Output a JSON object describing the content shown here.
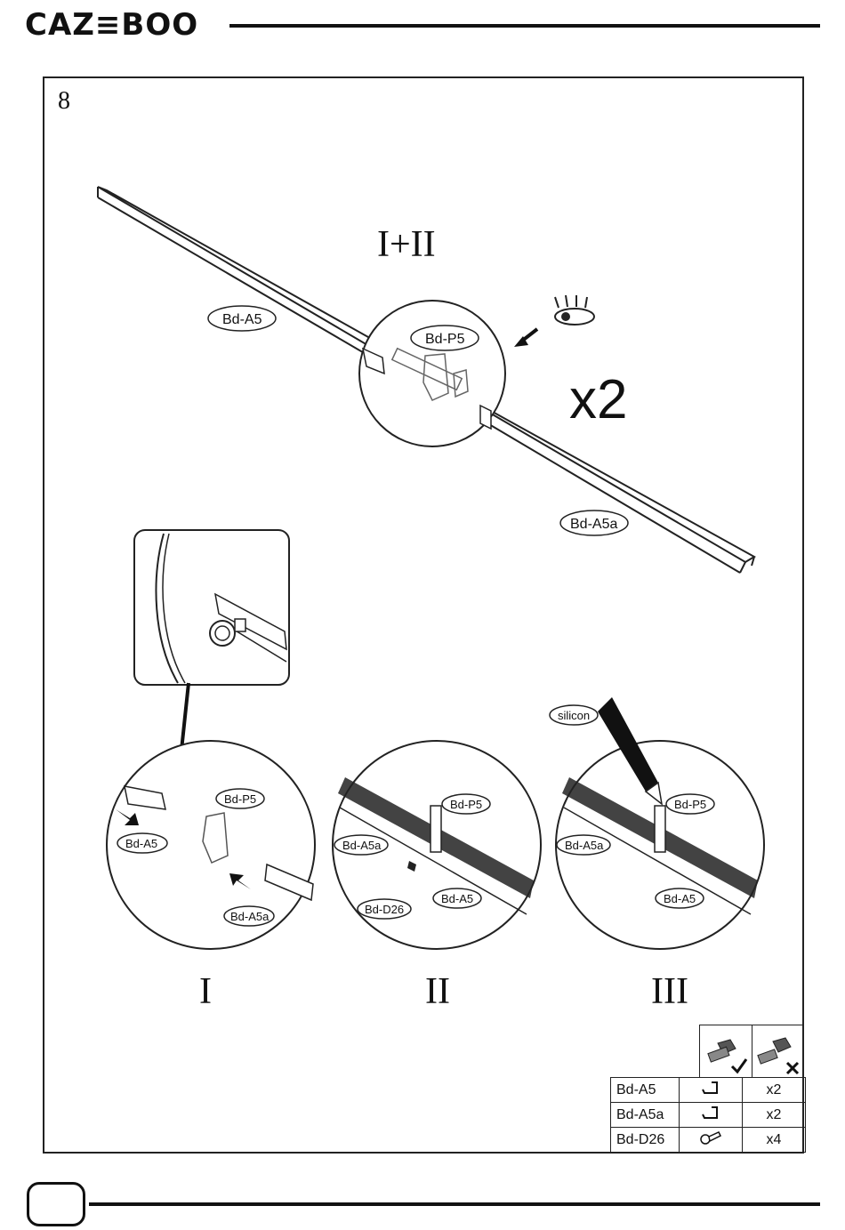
{
  "header": {
    "brand": "CAZ≡BOO"
  },
  "step": {
    "number": "8"
  },
  "main_view": {
    "title": "I+II",
    "multiplier": "x2",
    "labels": {
      "rail_a": "Bd-A5",
      "connector": "Bd-P5",
      "rail_b": "Bd-A5a"
    }
  },
  "details": [
    {
      "roman": "I",
      "labels": [
        "Bd-P5",
        "Bd-A5",
        "Bd-A5a"
      ]
    },
    {
      "roman": "II",
      "labels": [
        "Bd-P5",
        "Bd-A5a",
        "Bd-D26",
        "Bd-A5"
      ]
    },
    {
      "roman": "III",
      "labels": [
        "silicon",
        "Bd-P5",
        "Bd-A5a",
        "Bd-A5"
      ]
    }
  ],
  "parts_list": [
    {
      "code": "Bd-A5",
      "icon": "rail-profile-icon",
      "qty": "x2"
    },
    {
      "code": "Bd-A5a",
      "icon": "rail-profile-icon",
      "qty": "x2"
    },
    {
      "code": "Bd-D26",
      "icon": "screw-icon",
      "qty": "x4"
    }
  ],
  "torque_icons": [
    "bolt-tight-ok-icon",
    "bolt-loose-no-icon"
  ]
}
